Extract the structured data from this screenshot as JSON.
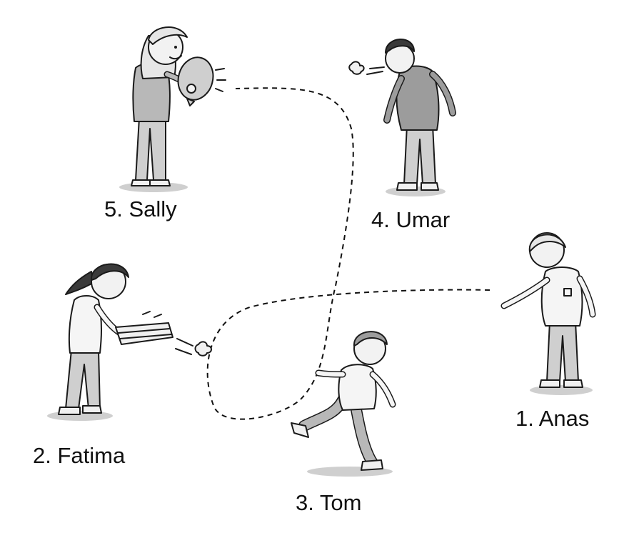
{
  "labels": {
    "sally": "5. Sally",
    "umar": "4. Umar",
    "fatima": "2. Fatima",
    "tom": "3. Tom",
    "anas": "1. Anas"
  },
  "colors": {
    "ink": "#1a1a1a",
    "skin": "#f2f2f2",
    "hair_dark": "#3a3a3a",
    "hair_light": "#e6e6e6",
    "cloth_mid": "#b8b8b8",
    "cloth_light": "#dcdcdc",
    "shadow": "#cfcfcf",
    "path": "#111111"
  },
  "figures": [
    {
      "name": "Sally",
      "object": "balloon-icon"
    },
    {
      "name": "Umar",
      "object": "blow-puff-icon"
    },
    {
      "name": "Fatima",
      "object": "paper-stack-icon"
    },
    {
      "name": "Tom",
      "object": "none"
    },
    {
      "name": "Anas",
      "object": "none"
    }
  ]
}
